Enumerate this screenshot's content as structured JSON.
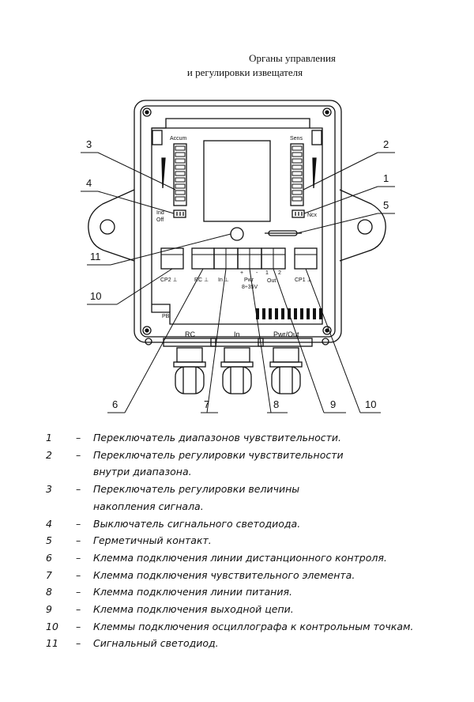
{
  "title": {
    "line1": "Органы управления",
    "line2": "и регулировки извещателя"
  },
  "diagram": {
    "labels": {
      "accum": "Accum",
      "sens": "Sens",
      "ind": "Ind",
      "off": "Off",
      "ncx": "Ncx",
      "cp2": "CP2 ⊥",
      "rc": "RC ⊥",
      "in": "In ⊥",
      "plus": "+",
      "minus": "-",
      "pwr": "Pwr",
      "voltage": "8÷35V",
      "one": "1",
      "two": "2",
      "out": "Out",
      "cp1": "CP1 ⊥",
      "pb": "PB",
      "gland_rc": "RC",
      "gland_in": "In",
      "gland_pwrout": "Pwr/Out"
    },
    "callouts": [
      "1",
      "2",
      "3",
      "4",
      "5",
      "6",
      "7",
      "8",
      "9",
      "10",
      "10",
      "11"
    ]
  },
  "legend": [
    {
      "num": "1",
      "text": "Переключатель диапазонов чувствительности."
    },
    {
      "num": "2",
      "text": "Переключатель регулировки чувствительности",
      "cont": "внутри диапазона."
    },
    {
      "num": "3",
      "text": "Переключатель регулировки величины",
      "cont": "накопления сигнала."
    },
    {
      "num": "4",
      "text": "Выключатель сигнального светодиода."
    },
    {
      "num": "5",
      "text": "Герметичный контакт."
    },
    {
      "num": "6",
      "text": "Клемма подключения линии дистанционного контроля."
    },
    {
      "num": "7",
      "text": "Клемма подключения чувствительного элемента."
    },
    {
      "num": "8",
      "text": "Клемма подключения линии питания."
    },
    {
      "num": "9",
      "text": "Клемма подключения выходной цепи."
    },
    {
      "num": "10",
      "text": "Клеммы подключения осциллографа к контрольным точкам."
    },
    {
      "num": "11",
      "text": "Сигнальный светодиод."
    }
  ]
}
